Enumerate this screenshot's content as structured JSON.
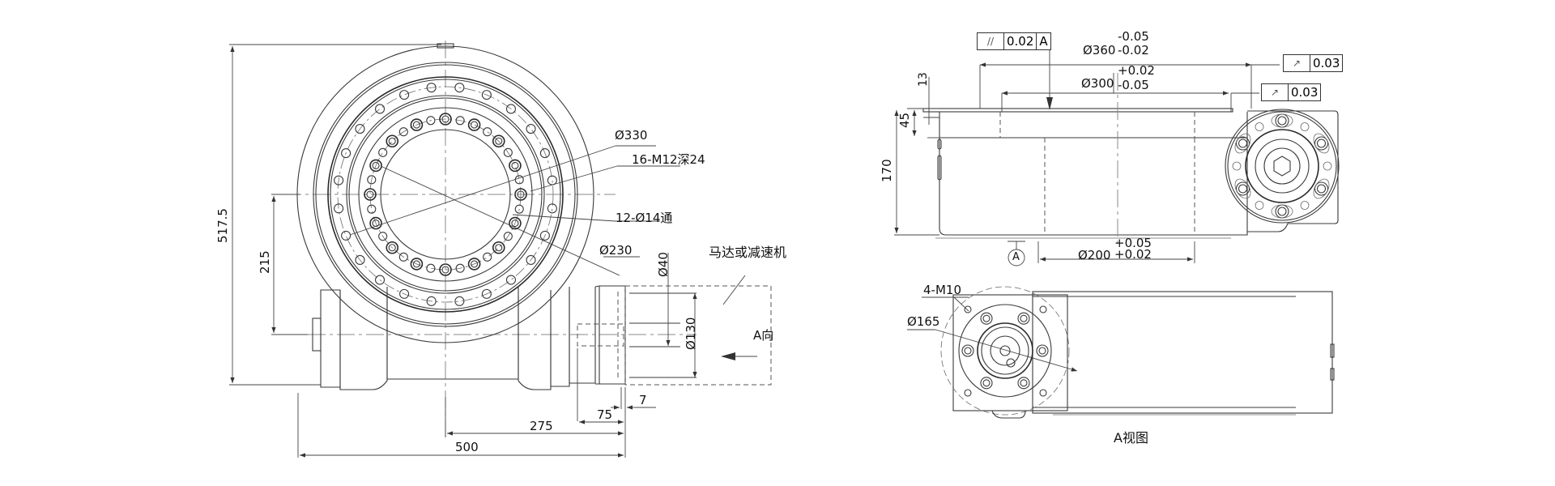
{
  "drawing": {
    "title": "Slewing drive dimension drawing",
    "front_view": {
      "labels": {
        "d330": "Ø330",
        "m12": "16-M12深24",
        "d14": "12-Ø14通",
        "d230": "Ø230",
        "motor": "马达或减速机",
        "d40": "Ø40",
        "d130": "Ø130",
        "a_dir": "A向",
        "h517": "517.5",
        "h215": "215",
        "w500": "500",
        "w275": "275",
        "w75": "75",
        "w7": "7"
      }
    },
    "side_view": {
      "labels": {
        "d360_main": "Ø360",
        "d360_upper": "-0.05",
        "d360_lower": "-0.02",
        "d300_main": "Ø300",
        "d300_upper": "+0.02",
        "d300_lower": "-0.05",
        "d200_main": "Ø200",
        "d200_upper": "+0.05",
        "d200_lower": "+0.02",
        "h13": "13",
        "h45": "45",
        "h170": "170",
        "datum": "A"
      },
      "tolerances": [
        {
          "symbol": "parallelism-icon",
          "glyph": "//",
          "value": "0.02",
          "datum": "A"
        },
        {
          "symbol": "runout-icon",
          "glyph": "↗",
          "value": "0.03"
        },
        {
          "symbol": "runout-icon",
          "glyph": "↗",
          "value": "0.03"
        }
      ]
    },
    "a_view": {
      "title": "A视图",
      "labels": {
        "m10": "4-M10",
        "d165": "Ø165"
      }
    }
  }
}
